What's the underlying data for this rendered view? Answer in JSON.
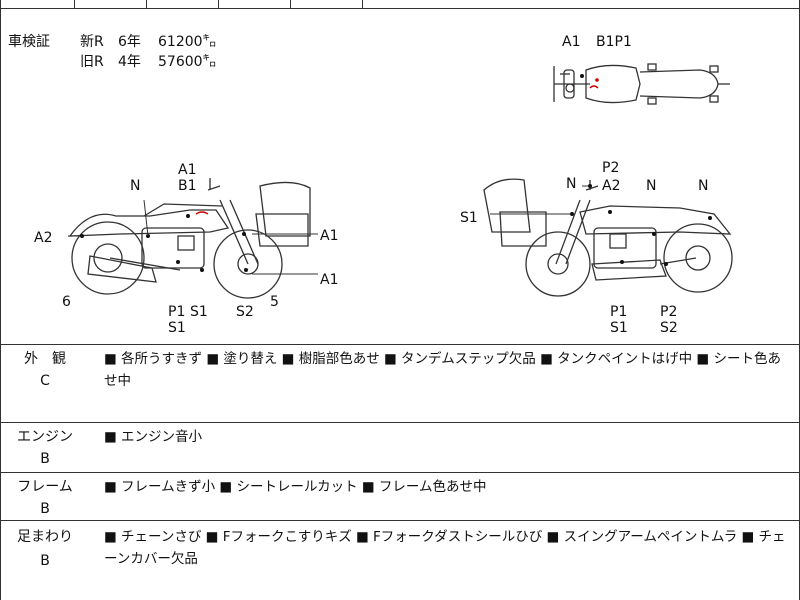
{
  "inspection": {
    "label": "車検証",
    "rows": [
      {
        "type": "新R",
        "years": "6年",
        "mileage": "61200㌔"
      },
      {
        "type": "旧R",
        "years": "4年",
        "mileage": "57600㌔"
      }
    ]
  },
  "top_view_labels": {
    "a1": "A1",
    "b1p1": "B1P1"
  },
  "left_view_labels": {
    "n": "N",
    "a1_top": "A1",
    "b1_top": "B1",
    "a2": "A2",
    "a1_right_1": "A1",
    "a1_right_2": "A1",
    "num_6": "6",
    "num_5": "5",
    "p1": "P1",
    "s1": "S1",
    "s2": "S2",
    "s1_bottom": "S1"
  },
  "right_view_labels": {
    "p2_top": "P2",
    "n_small": "N",
    "a2": "A2",
    "n_mid": "N",
    "n_right": "N",
    "s1_left": "S1",
    "p1": "P1",
    "p2": "P2",
    "s1_bottom": "S1",
    "s2_bottom": "S2"
  },
  "sections": [
    {
      "title": "外　観",
      "grade": "C",
      "notes": "■ 各所うすきず ■ 塗り替え ■ 樹脂部色あせ ■ タンデムステップ欠品 ■ タンクペイントはげ中 ■ シート色あせ中"
    },
    {
      "title": "エンジン",
      "grade": "B",
      "notes": "■ エンジン音小"
    },
    {
      "title": "フレーム",
      "grade": "B",
      "notes": "■ フレームきず小 ■ シートレールカット ■ フレーム色あせ中"
    },
    {
      "title": "足まわり",
      "grade": "B",
      "notes": "■ チェーンさび ■ Fフォークこすりキズ ■ Fフォークダストシールひび ■ スイングアームペイントムラ ■ チェーンカバー欠品"
    }
  ],
  "colors": {
    "line": "#333333",
    "mark": "#cc0000"
  }
}
